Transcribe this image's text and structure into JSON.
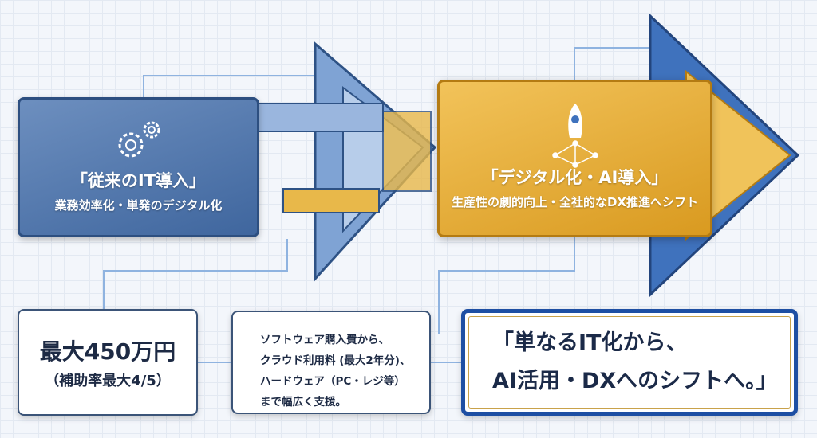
{
  "legacy_card": {
    "title": "「従来のIT導入」",
    "subtitle": "業務効率化・単発のデジタル化",
    "icon": "gears-icon"
  },
  "digital_card": {
    "title": "「デジタル化・AI導入」",
    "subtitle": "生産性の劇的向上・全社的なDX推進へシフト",
    "icon": "rocket-network-icon"
  },
  "subsidy_box": {
    "amount": "最大450万円",
    "rate": "（補助率最大4/5）"
  },
  "coverage_box": {
    "lines": [
      "ソフトウェア購入費から、",
      "クラウド利用料 (最大2年分)、",
      "ハードウェア（PC・レジ等）",
      "まで幅広く支援。"
    ]
  },
  "message_box": {
    "lines": [
      "「単なるIT化から、",
      "AI活用・DXへのシフトへ。」"
    ]
  },
  "colors": {
    "blue": "#4a6fa5",
    "gold": "#e5a92e",
    "navy": "#1e4fa3"
  }
}
